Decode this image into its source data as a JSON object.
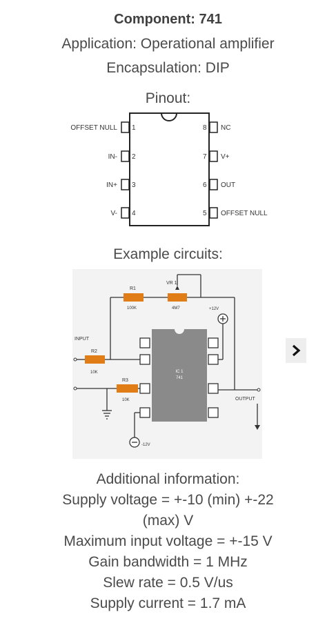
{
  "header": {
    "title": "Component: 741",
    "application": "Application: Operational amplifier",
    "encapsulation": "Encapsulation: DIP"
  },
  "pinout": {
    "title": "Pinout:",
    "left_pins": [
      {
        "number": "1",
        "label": "OFFSET NULL"
      },
      {
        "number": "2",
        "label": "IN-"
      },
      {
        "number": "3",
        "label": "IN+"
      },
      {
        "number": "4",
        "label": "V-"
      }
    ],
    "right_pins": [
      {
        "number": "8",
        "label": "NC"
      },
      {
        "number": "7",
        "label": "V+"
      },
      {
        "number": "6",
        "label": "OUT"
      },
      {
        "number": "5",
        "label": "OFFSET NULL"
      }
    ]
  },
  "examples": {
    "title": "Example circuits:",
    "circuit": {
      "r1_label": "R1",
      "r1_value": "100K",
      "vr_label": "VR 1",
      "vr_value": "4M7",
      "plus_supply": "+12V",
      "minus_supply": "-12V",
      "input_label": "INPUT",
      "r2_label": "R2",
      "r2_value": "10K",
      "r3_label": "R3",
      "r3_value": "10K",
      "ic_label": "IC 1",
      "ic_value": "741",
      "output_label": "OUTPUT"
    },
    "next_icon": "chevron-right-icon"
  },
  "info": {
    "title": "Additional information:",
    "lines": [
      "Supply voltage = +-10 (min) +-22",
      "(max) V",
      "Maximum input voltage = +-15 V",
      "Gain bandwidth = 1 MHz",
      "Slew rate = 0.5 V/us",
      "Supply current = 1.7 mA"
    ]
  },
  "colors": {
    "resistor": "#e07d16",
    "ic_body": "#8a8a8a",
    "wire": "#333333"
  }
}
